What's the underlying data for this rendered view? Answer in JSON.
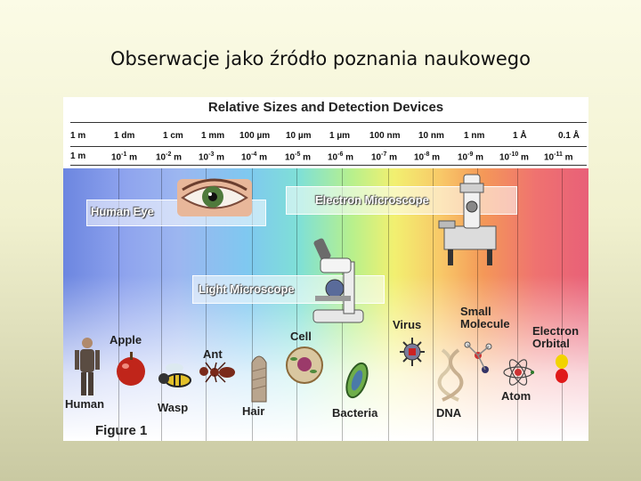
{
  "slide": {
    "title": "Obserwacje jako źródło poznania naukowego"
  },
  "figure": {
    "heading": "Relative Sizes and Detection Devices",
    "caption": "Figure 1",
    "scale_top": [
      "1 m",
      "1 dm",
      "1 cm",
      "1 mm",
      "100 µm",
      "10 µm",
      "1 µm",
      "100 nm",
      "10 nm",
      "1 nm",
      "1 Å",
      "0.1 Å"
    ],
    "scale_bottom": [
      {
        "base": "1 m",
        "exp": ""
      },
      {
        "base": "10",
        "exp": "-1",
        "unit": "m"
      },
      {
        "base": "10",
        "exp": "-2",
        "unit": "m"
      },
      {
        "base": "10",
        "exp": "-3",
        "unit": "m"
      },
      {
        "base": "10",
        "exp": "-4",
        "unit": "m"
      },
      {
        "base": "10",
        "exp": "-5",
        "unit": "m"
      },
      {
        "base": "10",
        "exp": "-6",
        "unit": "m"
      },
      {
        "base": "10",
        "exp": "-7",
        "unit": "m"
      },
      {
        "base": "10",
        "exp": "-8",
        "unit": "m"
      },
      {
        "base": "10",
        "exp": "-9",
        "unit": "m"
      },
      {
        "base": "10",
        "exp": "-10",
        "unit": "m"
      },
      {
        "base": "10",
        "exp": "-11",
        "unit": "m"
      }
    ],
    "devices": {
      "human_eye": "Human Eye",
      "electron_microscope": "Electron Microscope",
      "light_microscope": "Light Microscope"
    },
    "objects": {
      "human": "Human",
      "apple": "Apple",
      "wasp": "Wasp",
      "ant": "Ant",
      "hair": "Hair",
      "cell": "Cell",
      "bacteria": "Bacteria",
      "virus": "Virus",
      "dna": "DNA",
      "small_molecule_1": "Small",
      "small_molecule_2": "Molecule",
      "atom": "Atom",
      "electron_orbital_1": "Electron",
      "electron_orbital_2": "Orbital"
    }
  }
}
